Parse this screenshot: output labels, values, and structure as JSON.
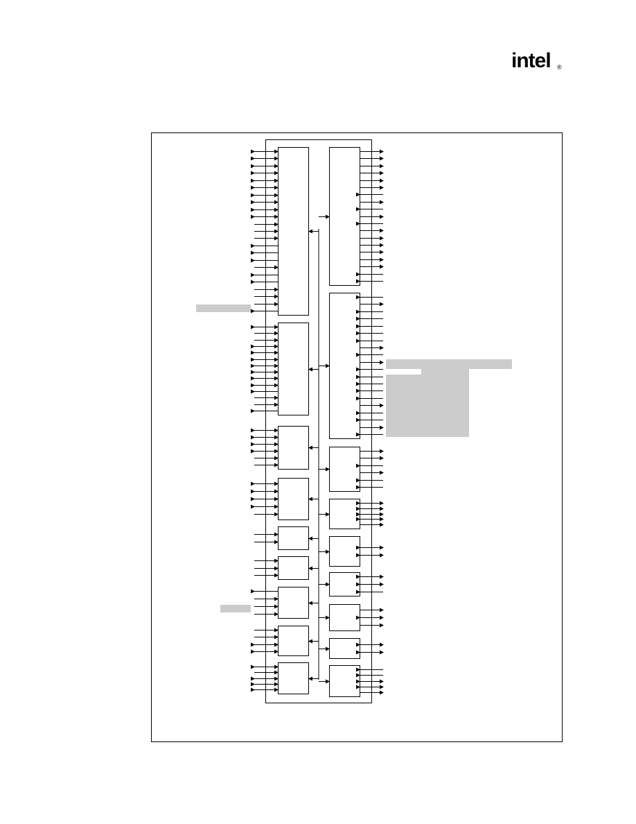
{
  "logo": {
    "text": "intel",
    "mark": "®"
  },
  "colors": {
    "line": "#000000",
    "highlight": "#cccccc",
    "background": "#ffffff"
  },
  "left_blocks": [
    {
      "pins": [
        "bi",
        "bi",
        "bi",
        "bi",
        "bi",
        "bi",
        "bi",
        "bi",
        "bi",
        "bi",
        "in",
        "in",
        "in",
        "out",
        "out",
        "out",
        "in",
        "out",
        "out",
        "in",
        "in",
        "in",
        "out"
      ]
    },
    {
      "pins": [
        "bi",
        "in",
        "in",
        "bi",
        "bi",
        "bi",
        "bi",
        "bi",
        "bi",
        "bi",
        "out",
        "in",
        "in",
        "out"
      ]
    },
    {
      "pins": [
        "bi",
        "bi",
        "bi",
        "bi",
        "in",
        "in"
      ]
    },
    {
      "pins": [
        "bi",
        "bi",
        "bi",
        "bi",
        "in"
      ]
    },
    {
      "pins": [
        "in",
        "in"
      ]
    },
    {
      "pins": [
        "in",
        "in",
        "in"
      ]
    },
    {
      "pins": [
        "out",
        "in",
        "in",
        "in"
      ]
    },
    {
      "pins": [
        "in",
        "in",
        "bi",
        "bi"
      ]
    },
    {
      "pins": [
        "bi",
        "in",
        "bi",
        "bi",
        "bi"
      ]
    }
  ],
  "right_blocks": [
    {
      "pins": [
        "out",
        "out",
        "out",
        "out",
        "out",
        "out",
        "in",
        "out",
        "in",
        "out",
        "in",
        "out",
        "out",
        "out",
        "out",
        "out",
        "out",
        "in",
        "in"
      ]
    },
    {
      "pins": [
        "in",
        "out",
        "in",
        "in",
        "in",
        "in",
        "in",
        "out",
        "in",
        "out",
        "in",
        "in",
        "in",
        "in",
        "in",
        "out",
        "in",
        "in",
        "out",
        "in"
      ]
    },
    {
      "pins": [
        "out",
        "out",
        "in",
        "out",
        "in",
        "in"
      ]
    },
    {
      "pins": [
        "bi",
        "bi",
        "bi",
        "bi",
        "out"
      ]
    },
    {
      "pins": [
        "bi",
        "bi"
      ]
    },
    {
      "pins": [
        "bi",
        "bi",
        "in"
      ]
    },
    {
      "pins": [
        "out",
        "bi",
        "out"
      ]
    },
    {
      "pins": [
        "bi",
        "bi"
      ]
    },
    {
      "pins": [
        "in",
        "in",
        "bi",
        "bi",
        "out"
      ]
    }
  ]
}
